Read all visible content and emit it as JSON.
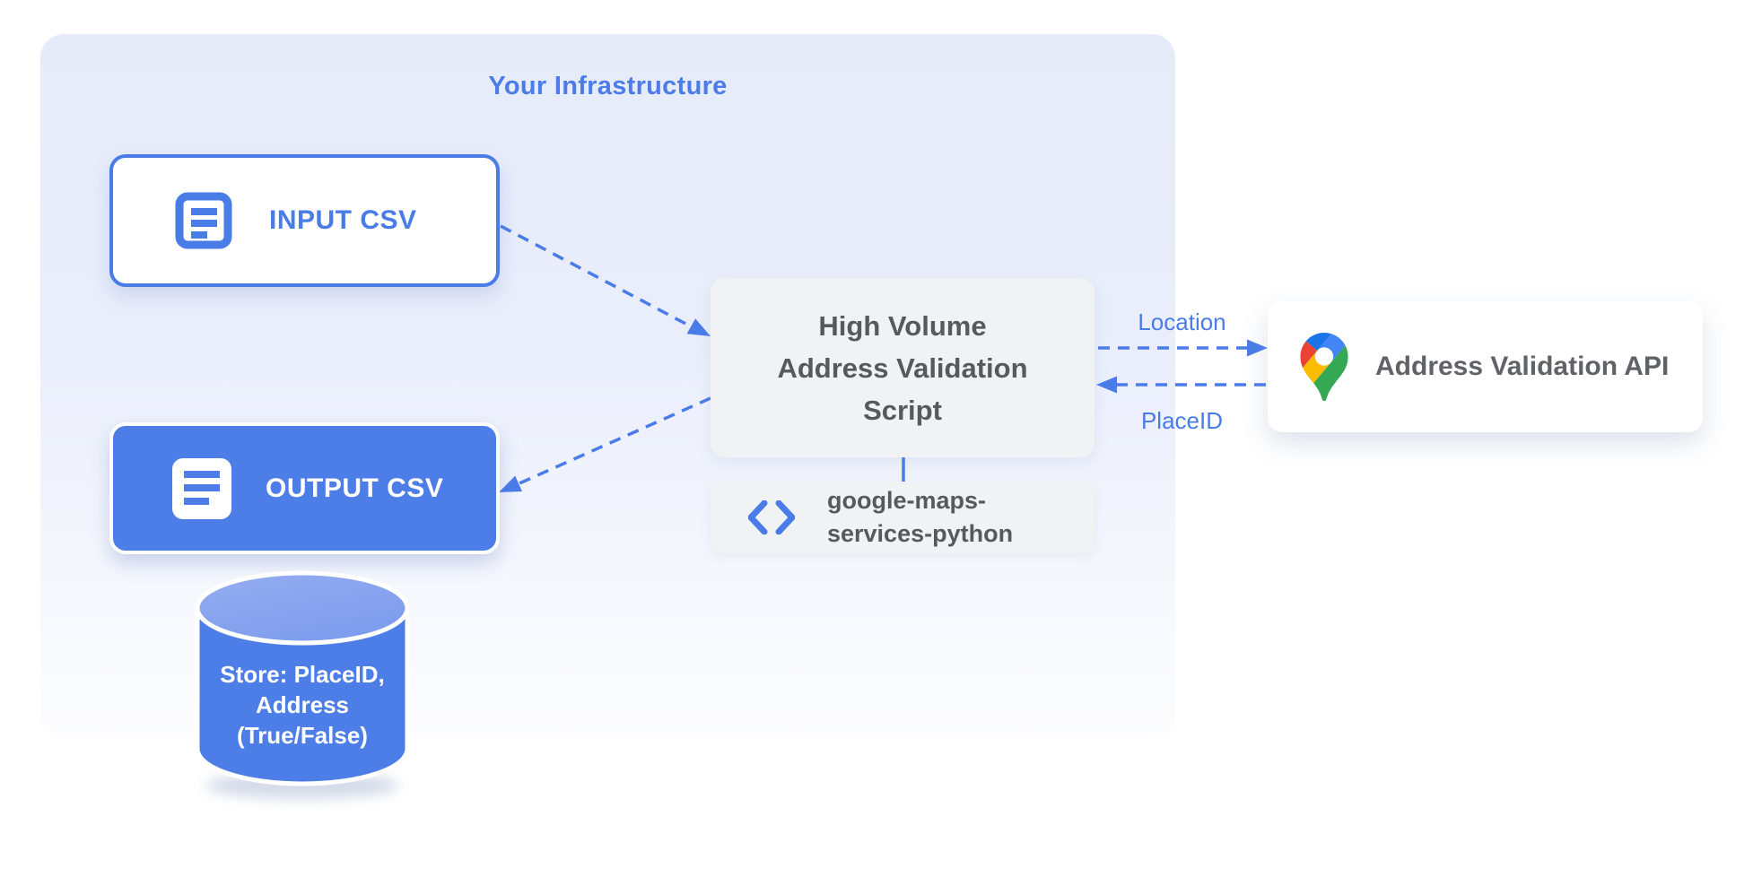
{
  "diagram": {
    "title": "Your Infrastructure",
    "nodes": {
      "input_csv": {
        "label": "INPUT CSV"
      },
      "output_csv": {
        "label": "OUTPUT CSV"
      },
      "script": {
        "lines": [
          "High Volume",
          "Address Validation",
          "Script"
        ]
      },
      "library": {
        "lines": [
          "google-maps-",
          "services-python"
        ]
      },
      "api": {
        "label": "Address Validation API"
      },
      "datastore": {
        "lines": [
          "Store: PlaceID,",
          "Address",
          "(True/False)"
        ]
      }
    },
    "edges": {
      "location_label": "Location",
      "placeid_label": "PlaceID"
    },
    "icons": {
      "input_csv": "csv-document-outline-icon",
      "output_csv": "csv-document-filled-icon",
      "library": "code-brackets-icon",
      "api": "google-maps-pin-icon",
      "datastore": "database-cylinder"
    },
    "colors": {
      "primary_blue": "#4a7ce8",
      "node_fill_blue": "#4d7ee8",
      "cylinder_top_blue": "#8aa5ee",
      "gray_box": "#f1f2f4",
      "dark_text": "#56595e",
      "api_text": "#5f6368",
      "container_top": "#e6ebfa",
      "container_bottom": "#fdfdff",
      "pin_red": "#ea4335",
      "pin_blue": "#4285f4",
      "pin_dark_blue": "#1a73e8",
      "pin_yellow": "#fbbc04",
      "pin_green": "#34a853"
    }
  }
}
